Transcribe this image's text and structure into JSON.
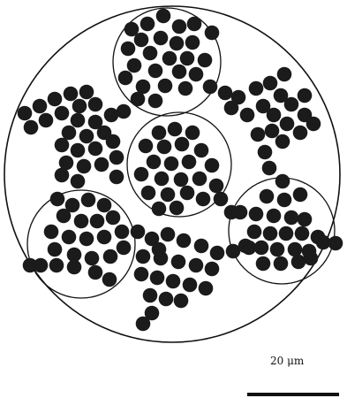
{
  "figure": {
    "description_visible_text": "20 μm",
    "scale_bar_label": "20 μm"
  },
  "colors": {
    "particle": "#1b1b1b",
    "outline": "#111111",
    "background": "#ffffff"
  },
  "elements": {
    "outer_boundary": "large-circle",
    "sub_regions": [
      "top-circle",
      "center-circle",
      "left-circle",
      "right-circle"
    ],
    "particle_clusters": "branched-particle-aggregates"
  }
}
